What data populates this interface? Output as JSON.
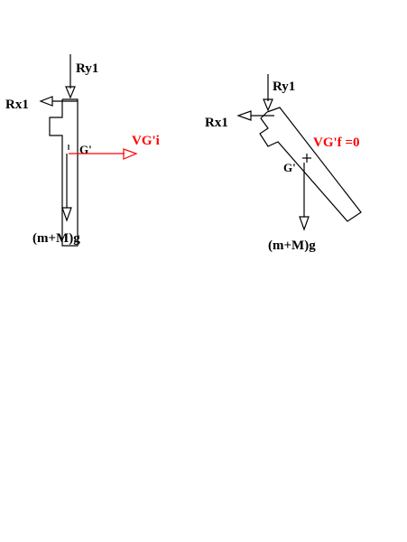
{
  "colors": {
    "ink": "#000000",
    "velocity": "#ff0000",
    "background": "#ffffff"
  },
  "left_diagram": {
    "ry_label": "Ry1",
    "rx_label": "Rx1",
    "g_label": "G'",
    "velocity_label": "VG'i",
    "weight_label": "(m+M)g"
  },
  "right_diagram": {
    "ry_label": "Ry1",
    "rx_label": "Rx1",
    "g_label": "G'",
    "velocity_label": "VG'f =0",
    "weight_label": "(m+M)g"
  }
}
